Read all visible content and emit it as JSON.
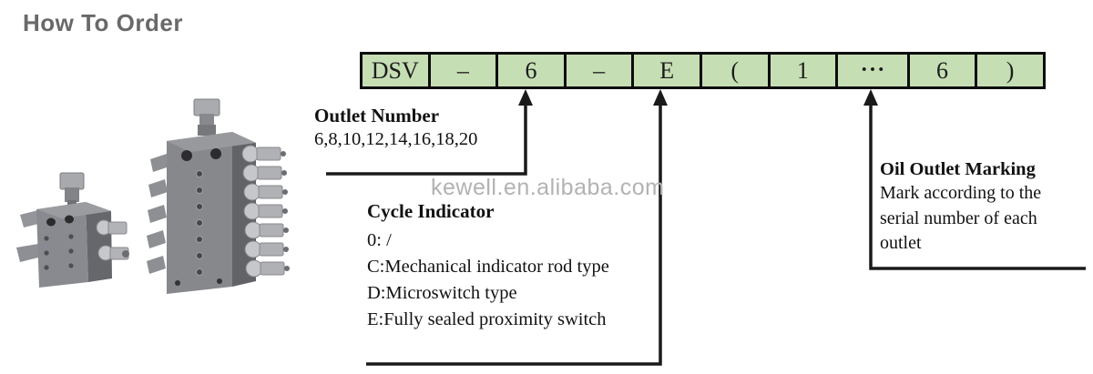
{
  "title": "How To Order",
  "watermark": "kewell.en.alibaba.com",
  "order_code": {
    "cells": [
      "DSV",
      "–",
      "6",
      "–",
      "E",
      "(",
      "1",
      "•••",
      "6",
      ")"
    ]
  },
  "callouts": {
    "outlet_number": {
      "heading": "Outlet Number",
      "lines": [
        "6,8,10,12,14,16,18,20"
      ]
    },
    "cycle_indicator": {
      "heading": "Cycle Indicator",
      "lines": [
        "0: /",
        "C:Mechanical indicator rod type",
        "D:Microswitch type",
        "E:Fully sealed proximity switch"
      ]
    },
    "oil_outlet_marking": {
      "heading": "Oil Outlet Marking",
      "lines": [
        "Mark according to the",
        "serial number of each",
        "outlet"
      ]
    }
  },
  "colors": {
    "cell_bg": "#c6deb4",
    "strip_border": "#0d0d0d",
    "connector_line": "#1a1a1a",
    "title_gray": "#696969",
    "watermark_gray": "#b2b2b2"
  }
}
